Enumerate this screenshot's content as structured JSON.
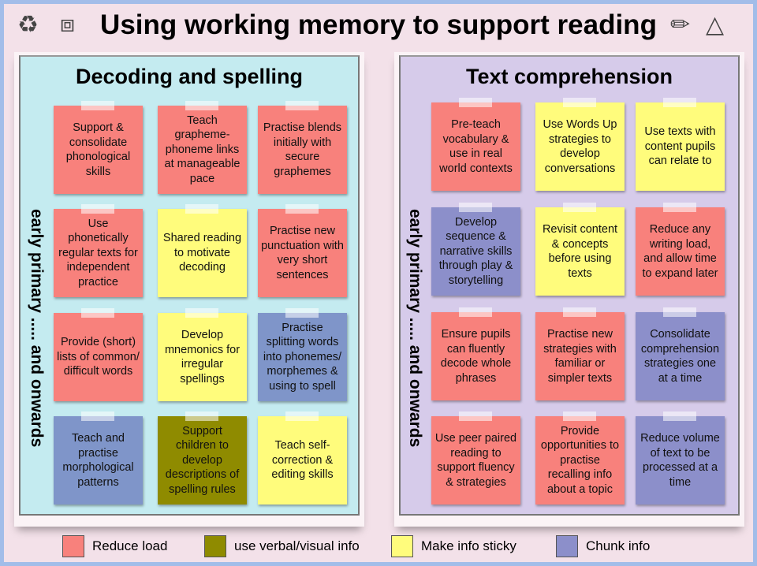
{
  "title": "Using working memory to support reading",
  "icons": [
    "cake-icon",
    "blocks-icon",
    "pencil-pot-icon",
    "ufo-icon"
  ],
  "colors": {
    "red": "#f8817c",
    "olive": "#8f8b00",
    "yellow": "#fffc7c",
    "blue": "#8c8fca",
    "blue2": "#7f95c9"
  },
  "left": {
    "title": "Decoding and spelling",
    "side": "early primary ..... and onwards",
    "notes": [
      {
        "text": "Support & consolidate phonological skills",
        "c": "red"
      },
      {
        "text": "Teach grapheme-phoneme links at manageable pace",
        "c": "red"
      },
      {
        "text": "Practise blends initially with secure graphemes",
        "c": "red"
      },
      {
        "text": "Use phonetically regular texts for independent practice",
        "c": "red"
      },
      {
        "text": "Shared reading to motivate decoding",
        "c": "yellow"
      },
      {
        "text": "Practise new punctuation with very short sentences",
        "c": "red"
      },
      {
        "text": "Provide (short) lists of common/ difficult words",
        "c": "red"
      },
      {
        "text": "Develop mnemonics for irregular spellings",
        "c": "yellow"
      },
      {
        "text": "Practise splitting words into phonemes/ morphemes & using to spell",
        "c": "blue2"
      },
      {
        "text": "Teach and practise morphological patterns",
        "c": "blue2"
      },
      {
        "text": "Support children to develop descriptions of spelling rules",
        "c": "olive"
      },
      {
        "text": "Teach self-correction & editing skills",
        "c": "yellow"
      }
    ]
  },
  "right": {
    "title": "Text comprehension",
    "side": "early primary ..... and onwards",
    "notes": [
      {
        "text": "Pre-teach vocabulary & use in real world contexts",
        "c": "red"
      },
      {
        "text": "Use Words Up strategies to develop conversations",
        "c": "yellow"
      },
      {
        "text": "Use texts with content pupils can relate to",
        "c": "yellow"
      },
      {
        "text": "Develop sequence & narrative skills through play & storytelling",
        "c": "blue"
      },
      {
        "text": "Revisit content & concepts before using texts",
        "c": "yellow"
      },
      {
        "text": "Reduce any writing load, and allow time to expand later",
        "c": "red"
      },
      {
        "text": "Ensure pupils can fluently decode whole phrases",
        "c": "red"
      },
      {
        "text": "Practise new strategies with familiar or simpler texts",
        "c": "red"
      },
      {
        "text": "Consolidate comprehension strategies one at a time",
        "c": "blue"
      },
      {
        "text": "Use peer paired reading to support fluency & strategies",
        "c": "red"
      },
      {
        "text": "Provide opportunities to practise recalling info about a topic",
        "c": "red"
      },
      {
        "text": "Reduce volume of text to be processed at a time",
        "c": "blue"
      }
    ]
  },
  "legend": [
    {
      "label": "Reduce load",
      "c": "red"
    },
    {
      "label": "use verbal/visual info",
      "c": "olive"
    },
    {
      "label": "Make info sticky",
      "c": "yellow"
    },
    {
      "label": "Chunk info",
      "c": "blue"
    }
  ]
}
